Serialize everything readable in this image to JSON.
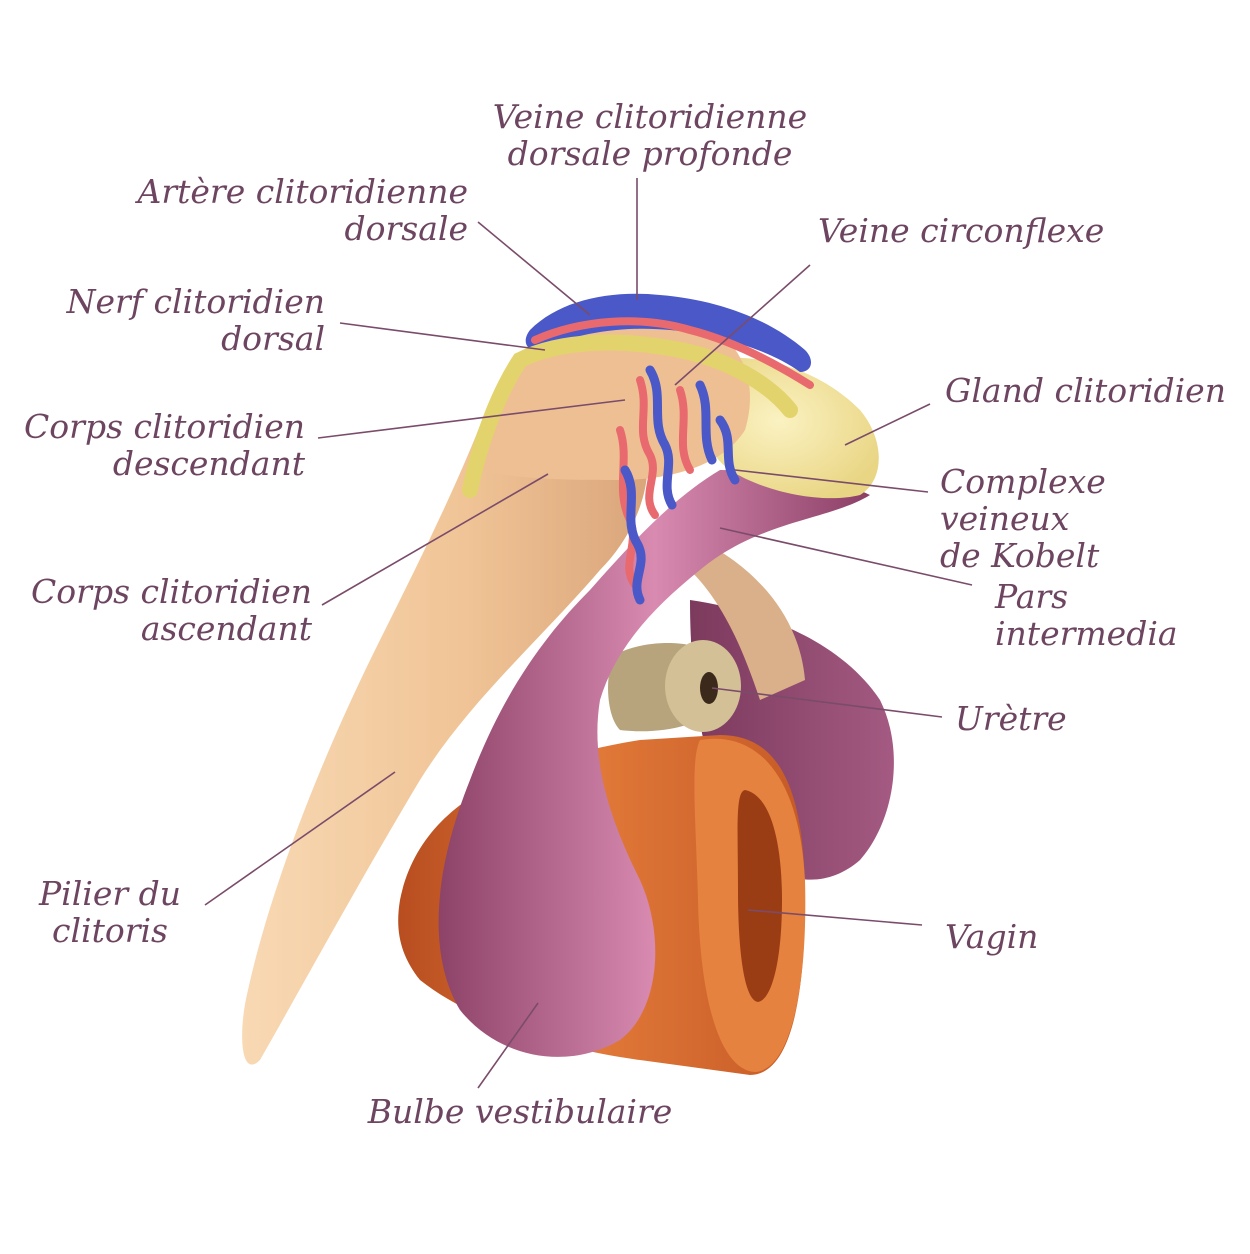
{
  "colors": {
    "label_text": "#6d4560",
    "leader_line": "#7a4c6a",
    "corps_caverneux": "#f2c79a",
    "bulbe": "#a8577f",
    "gland": "#f5e6a0",
    "nerf": "#e8dc7a",
    "veines": "#4a58c8",
    "arteres": "#e86a6e",
    "uretre": "#b9a57e",
    "vagin": "#d8662e"
  },
  "labels": {
    "veine_dorsale_profonde": "Veine clitoridienne\ndorsale profonde",
    "artere_dorsale": "Artère clitoridienne\ndorsale",
    "veine_circonflexe": "Veine circonflexe",
    "nerf_dorsal": "Nerf clitoridien\ndorsal",
    "gland": "Gland clitoridien",
    "corps_descendant": "Corps clitoridien\ndescendant",
    "complexe_kobelt": "Complexe veineux\nde Kobelt",
    "corps_ascendant": "Corps clitoridien\nascendant",
    "pars_intermedia": "Pars\nintermedia",
    "uretre": "Urètre",
    "pilier": "Pilier du\nclitoris",
    "vagin": "Vagin",
    "bulbe": "Bulbe vestibulaire"
  }
}
